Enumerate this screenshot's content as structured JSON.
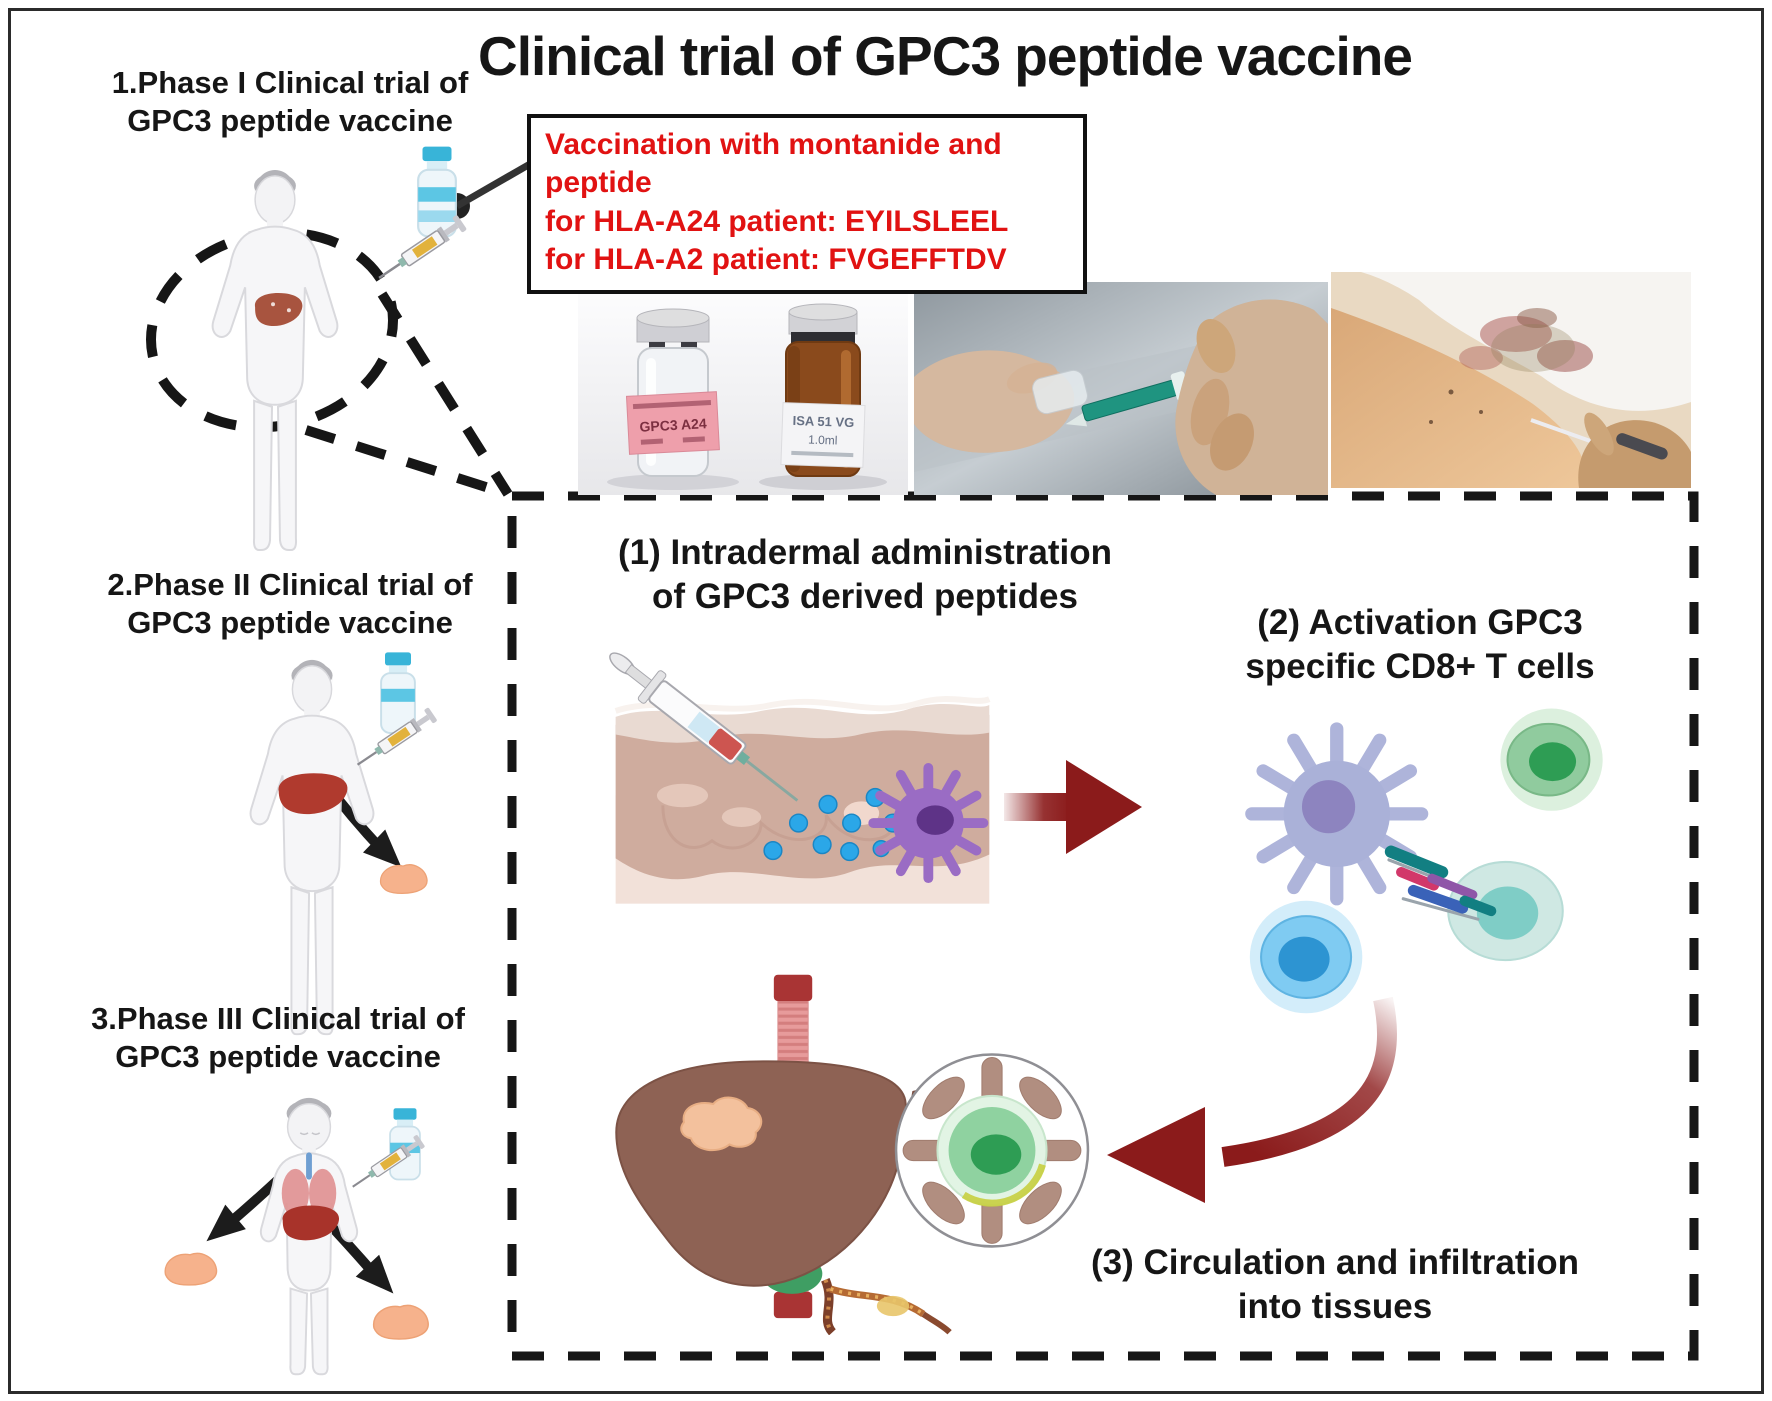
{
  "title": "Clinical trial of GPC3 peptide vaccine",
  "phases": {
    "p1": "1.Phase I Clinical trial of\nGPC3 peptide vaccine",
    "p2": "2.Phase II Clinical trial of\nGPC3 peptide vaccine",
    "p3": "3.Phase III Clinical trial of\nGPC3 peptide vaccine"
  },
  "vaccination_box": {
    "line1": "Vaccination with montanide and peptide",
    "line2": "for HLA-A24 patient: EYILSLEEL",
    "line3": "for HLA-A2 patient: FVGEFFTDV"
  },
  "steps": {
    "s1": "(1) Intradermal administration\nof GPC3 derived peptides",
    "s2": "(2) Activation GPC3\nspecific CD8+ T cells",
    "s3": "(3) Circulation and infiltration\ninto tissues"
  },
  "photo_vials": {
    "left_label": "GPC3  A24",
    "right_label_line1": "ISA 51 VG",
    "right_label_line2": "1.0ml"
  },
  "colors": {
    "note_red": "#e11212",
    "arrow_maroon": "#8b1b1b",
    "text_black": "#161616",
    "peach_tissue": "#f6b28c",
    "peptide_blue": "#2ba7e8",
    "dendritic_purple": "#9a6cc4",
    "tcell_teal": "#7fcdc6",
    "liver_brown": "#8e6254"
  }
}
